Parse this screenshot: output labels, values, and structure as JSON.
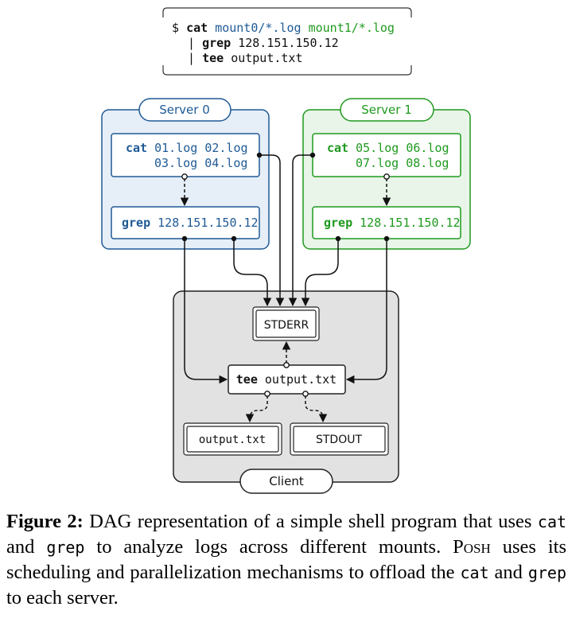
{
  "colors": {
    "server0": "#1f5a96",
    "server0_fill": "#e6eef7",
    "server1": "#1f9a1f",
    "server1_fill": "#e8f5e8",
    "client_fill": "#e2e2e2",
    "line": "#111111"
  },
  "command": {
    "prompt": "$",
    "cat": "cat",
    "arg0": "mount0/*.log",
    "arg1": "mount1/*.log",
    "pipe1": "|",
    "grep": "grep",
    "grep_arg": "128.151.150.12",
    "pipe2": "|",
    "tee": "tee",
    "tee_arg": "output.txt"
  },
  "server0": {
    "label": "Server 0",
    "cat_cmd": "cat",
    "cat_line1": "01.log 02.log",
    "cat_line2": "03.log 04.log",
    "grep_cmd": "grep",
    "grep_arg": "128.151.150.12"
  },
  "server1": {
    "label": "Server 1",
    "cat_cmd": "cat",
    "cat_line1": "05.log 06.log",
    "cat_line2": "07.log 08.log",
    "grep_cmd": "grep",
    "grep_arg": "128.151.150.12"
  },
  "client": {
    "label": "Client",
    "stderr": "STDERR",
    "tee_cmd": "tee",
    "tee_arg": "output.txt",
    "output_file": "output.txt",
    "stdout": "STDOUT"
  },
  "caption": {
    "label": "Figure 2:",
    "t1": "DAG representation of a simple shell program that uses",
    "c1": "cat",
    "t2": "and",
    "c2": "grep",
    "t3": "to analyze logs across different mounts.",
    "sc": "Posh",
    "t4": "uses its scheduling and parallelization mechanisms to offload the",
    "c3": "cat",
    "t5": "and",
    "c4": "grep",
    "t6": "to each server."
  }
}
